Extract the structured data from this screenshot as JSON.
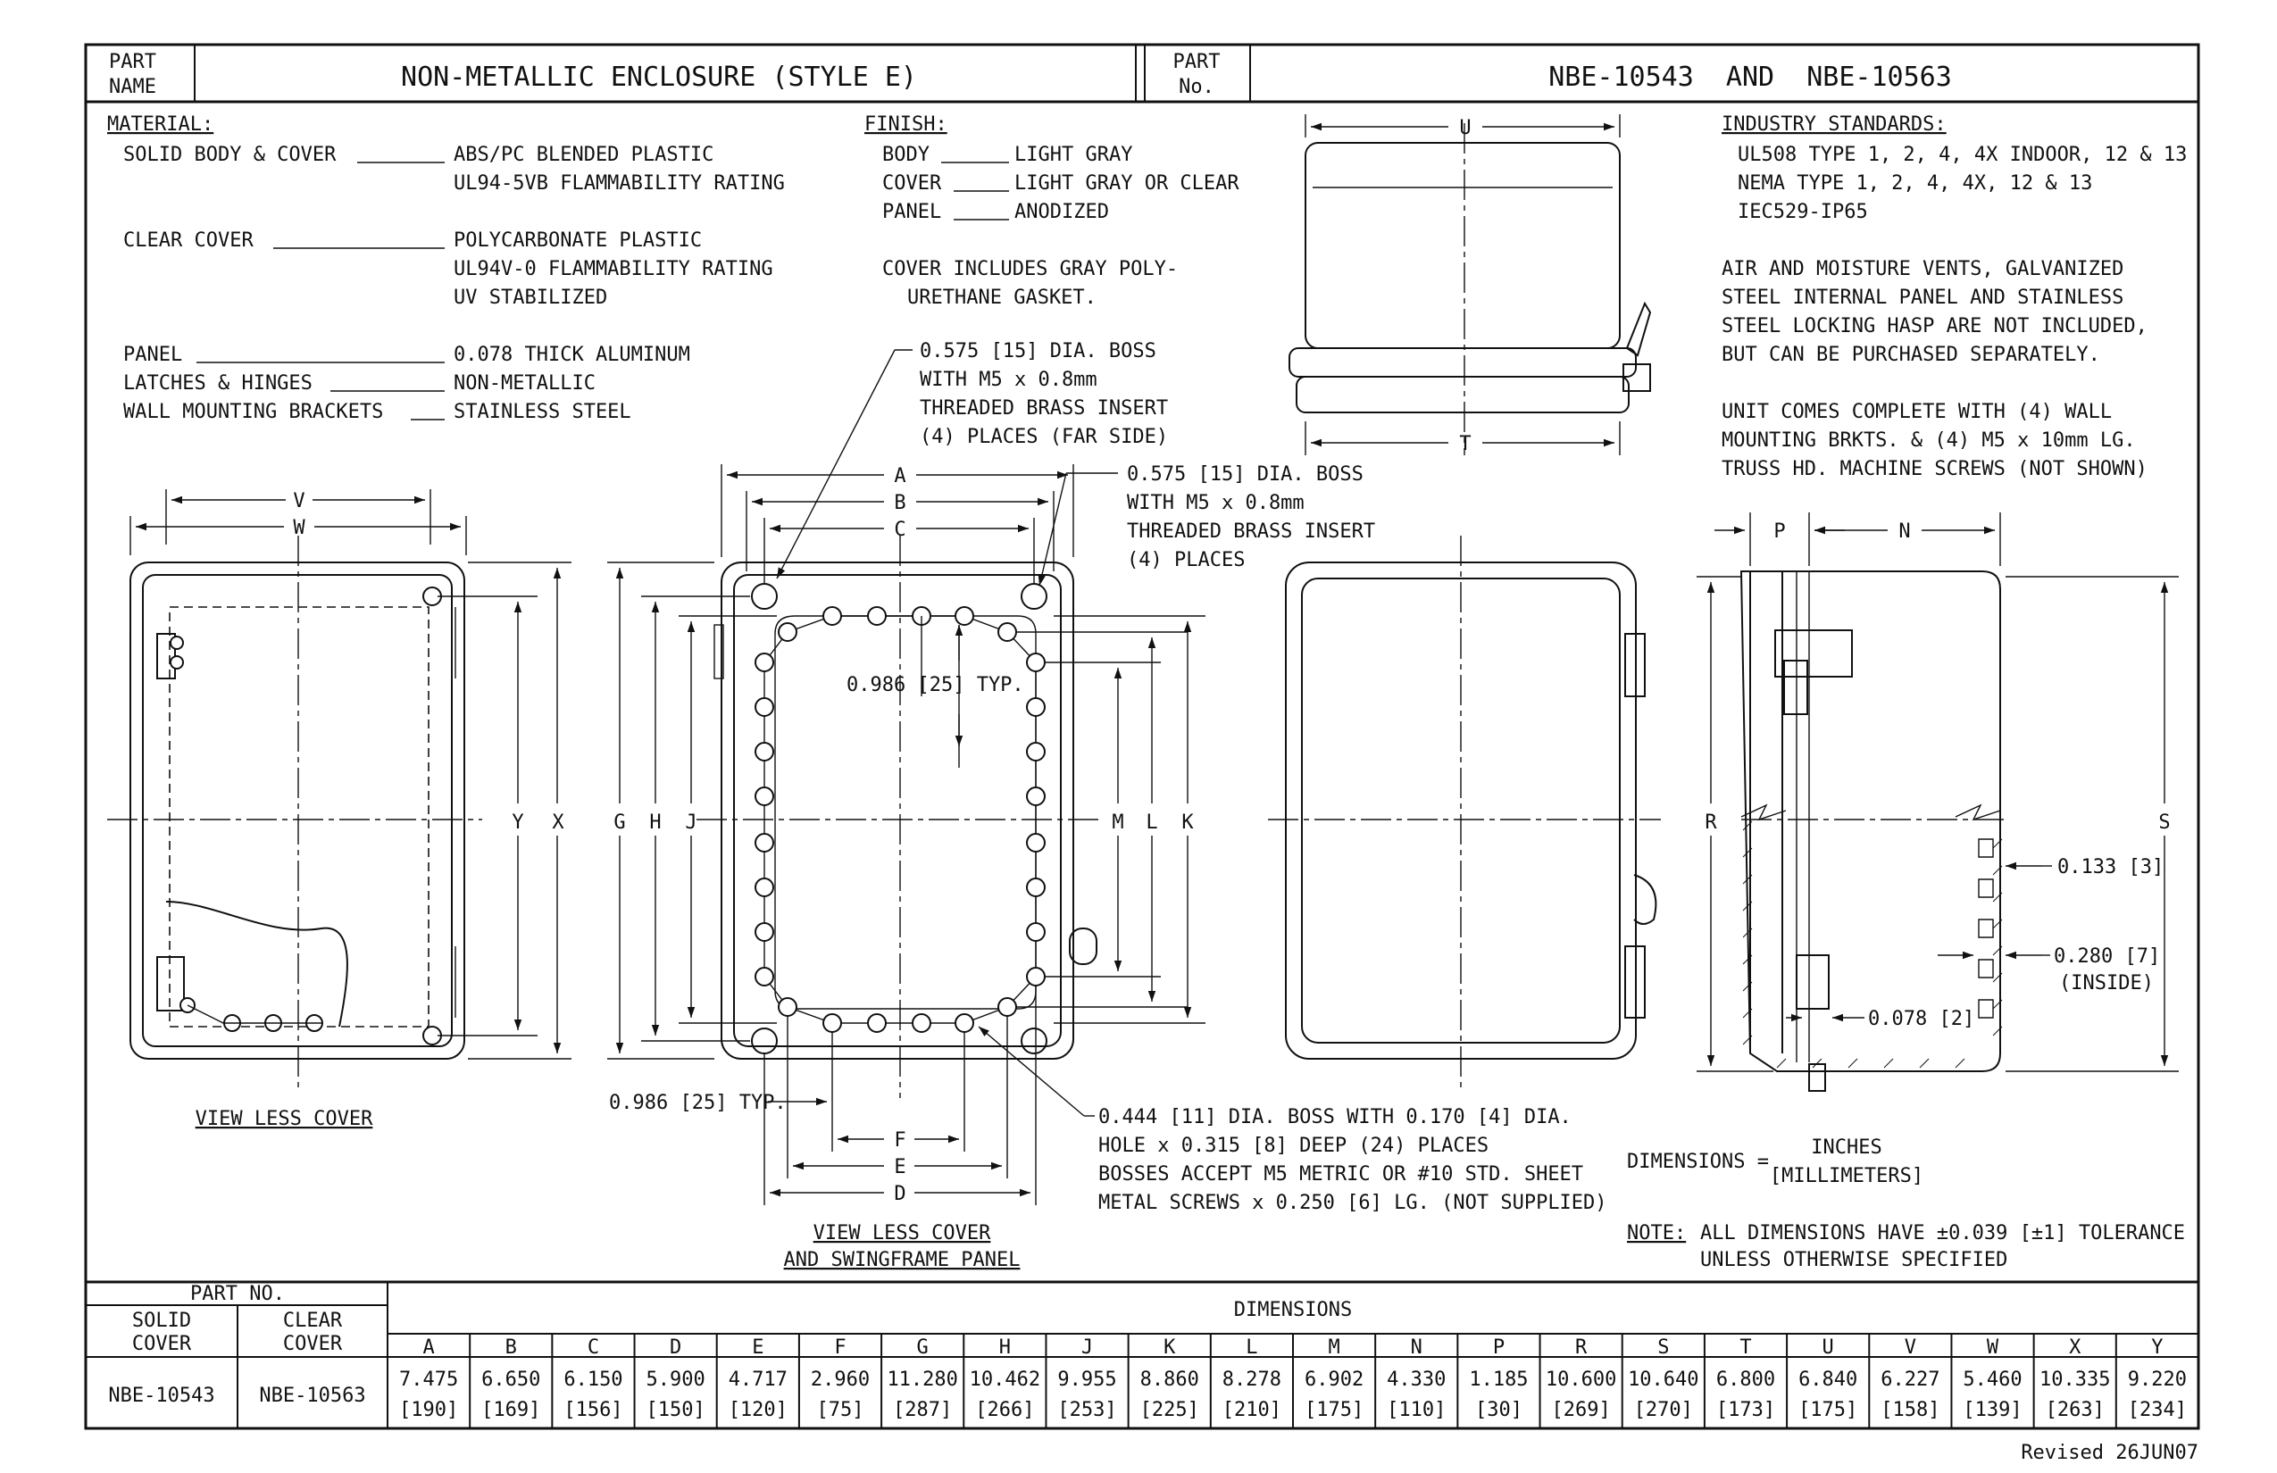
{
  "title_block": {
    "part_name_label": "PART NAME",
    "part_name_label_l1": "PART",
    "part_name_label_l2": "NAME",
    "part_name": "NON-METALLIC ENCLOSURE (STYLE E)",
    "part_no_label_l1": "PART",
    "part_no_label_l2": "No.",
    "part_no": "NBE-10543  AND  NBE-10563"
  },
  "material": {
    "heading": "MATERIAL:",
    "rows": [
      {
        "label": "SOLID BODY & COVER",
        "value": "ABS/PC BLENDED PLASTIC"
      },
      {
        "label": "",
        "value": "UL94-5VB FLAMMABILITY RATING"
      },
      {
        "label": "CLEAR COVER",
        "value": "POLYCARBONATE PLASTIC"
      },
      {
        "label": "",
        "value": "UL94V-0 FLAMMABILITY RATING"
      },
      {
        "label": "",
        "value": "UV STABILIZED"
      },
      {
        "label": "PANEL",
        "value": "0.078 THICK ALUMINUM"
      },
      {
        "label": "LATCHES & HINGES",
        "value": "NON-METALLIC"
      },
      {
        "label": "WALL MOUNTING BRACKETS",
        "value": "STAINLESS STEEL"
      }
    ]
  },
  "finish": {
    "heading": "FINISH:",
    "rows": [
      {
        "label": "BODY",
        "value": "LIGHT GRAY"
      },
      {
        "label": "COVER",
        "value": "LIGHT GRAY OR CLEAR"
      },
      {
        "label": "PANEL",
        "value": "ANODIZED"
      }
    ],
    "note_l1": "COVER INCLUDES GRAY POLY-",
    "note_l2": "URETHANE GASKET."
  },
  "industry": {
    "heading": "INDUSTRY STANDARDS:",
    "lines": [
      "UL508 TYPE 1, 2, 4, 4X INDOOR, 12 & 13",
      "NEMA TYPE 1, 2, 4, 4X, 12 & 13",
      "IEC529-IP65"
    ],
    "vents_lines": [
      "AIR AND MOISTURE VENTS, GALVANIZED",
      "STEEL INTERNAL PANEL AND STAINLESS",
      "STEEL LOCKING HASP ARE NOT INCLUDED,",
      "BUT CAN BE PURCHASED SEPARATELY."
    ],
    "unit_lines": [
      "UNIT COMES COMPLETE WITH (4) WALL",
      "MOUNTING BRKTS. & (4) M5 x 10mm LG.",
      "TRUSS HD. MACHINE SCREWS (NOT SHOWN)"
    ]
  },
  "callouts": {
    "boss_far": [
      "0.575 [15] DIA. BOSS",
      "WITH M5 x 0.8mm",
      "THREADED BRASS INSERT",
      "(4) PLACES (FAR SIDE)"
    ],
    "boss_near": [
      "0.575 [15] DIA. BOSS",
      "WITH M5 x 0.8mm",
      "THREADED BRASS INSERT",
      "(4) PLACES"
    ],
    "typ_top": "0.986 [25] TYP.",
    "typ_bottom": "0.986 [25] TYP.",
    "boss_small": [
      "0.444 [11] DIA. BOSS WITH 0.170 [4] DIA.",
      "HOLE x 0.315 [8] DEEP (24) PLACES",
      "BOSSES ACCEPT M5 METRIC OR #10 STD. SHEET",
      "METAL SCREWS x 0.250 [6] LG. (NOT SUPPLIED)"
    ],
    "wall1": "0.133 [3]",
    "wall2": "0.280 [7]",
    "wall2b": "(INSIDE)",
    "panel_t": "0.078 [2]"
  },
  "view_labels": {
    "less_cover": "VIEW LESS COVER",
    "less_cover_swing_l1": "VIEW LESS COVER",
    "less_cover_swing_l2": "AND SWINGFRAME PANEL"
  },
  "letters": {
    "V": "V",
    "W": "W",
    "Y": "Y",
    "X": "X",
    "A": "A",
    "B": "B",
    "C": "C",
    "G": "G",
    "H": "H",
    "J": "J",
    "M": "M",
    "L": "L",
    "K": "K",
    "F": "F",
    "E": "E",
    "D": "D",
    "U": "U",
    "T": "T",
    "P": "P",
    "N": "N",
    "R": "R",
    "S": "S"
  },
  "units": {
    "label": "DIMENSIONS =",
    "top": "INCHES",
    "bottom": "[MILLIMETERS]"
  },
  "tolerance": {
    "note_label": "NOTE:",
    "line1": "ALL DIMENSIONS HAVE ±0.039 [±1] TOLERANCE",
    "line2": "UNLESS OTHERWISE SPECIFIED"
  },
  "table": {
    "part_no_header": "PART NO.",
    "solid_header_l1": "SOLID",
    "solid_header_l2": "COVER",
    "clear_header_l1": "CLEAR",
    "clear_header_l2": "COVER",
    "dimensions_header": "DIMENSIONS",
    "columns": [
      "A",
      "B",
      "C",
      "D",
      "E",
      "F",
      "G",
      "H",
      "J",
      "K",
      "L",
      "M",
      "N",
      "P",
      "R",
      "S",
      "T",
      "U",
      "V",
      "W",
      "X",
      "Y"
    ],
    "inches": [
      "7.475",
      "6.650",
      "6.150",
      "5.900",
      "4.717",
      "2.960",
      "11.280",
      "10.462",
      "9.955",
      "8.860",
      "8.278",
      "6.902",
      "4.330",
      "1.185",
      "10.600",
      "10.640",
      "6.800",
      "6.840",
      "6.227",
      "5.460",
      "10.335",
      "9.220"
    ],
    "mm": [
      "[190]",
      "[169]",
      "[156]",
      "[150]",
      "[120]",
      "[75]",
      "[287]",
      "[266]",
      "[253]",
      "[225]",
      "[210]",
      "[175]",
      "[110]",
      "[30]",
      "[269]",
      "[270]",
      "[173]",
      "[175]",
      "[158]",
      "[139]",
      "[263]",
      "[234]"
    ],
    "solid_part": "NBE-10543",
    "clear_part": "NBE-10563"
  },
  "revised": "Revised 26JUN07"
}
